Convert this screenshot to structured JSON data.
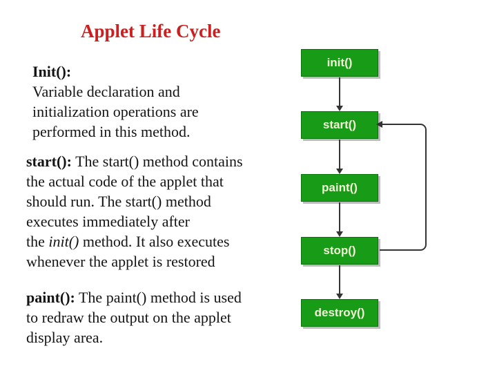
{
  "title": {
    "text": "Applet Life Cycle",
    "color": "#cc1f1f"
  },
  "paragraphs": [
    {
      "name": "init-paragraph",
      "lines": [
        [
          {
            "t": "Init():",
            "b": true
          }
        ],
        [
          {
            "t": "Variable declaration and"
          }
        ],
        [
          {
            "t": "initialization operations are"
          }
        ],
        [
          {
            "t": "performed in this method."
          }
        ]
      ]
    },
    {
      "name": "start-paragraph",
      "lines": [
        [
          {
            "t": "start():",
            "b": true
          },
          {
            "t": " The start() method contains"
          }
        ],
        [
          {
            "t": "the actual code of the applet that"
          }
        ],
        [
          {
            "t": "should run. The start() method"
          }
        ],
        [
          {
            "t": "executes immediately after"
          }
        ],
        [
          {
            "t": "the "
          },
          {
            "t": "init()",
            "i": true
          },
          {
            "t": " method. It also executes"
          }
        ],
        [
          {
            "t": "whenever the applet is restored"
          }
        ]
      ]
    },
    {
      "name": "paint-paragraph",
      "lines": [
        [
          {
            "t": "paint():",
            "b": true
          },
          {
            "t": " The paint() method is used"
          }
        ],
        [
          {
            "t": "to redraw the output on the applet"
          }
        ],
        [
          {
            "t": "display area."
          }
        ]
      ]
    }
  ],
  "diagram": {
    "box_fill": "#189c18",
    "box_text_color": "#f3f0d8",
    "arrow_color": "#333333",
    "shadow_color": "#bcbcbc",
    "boxes": [
      {
        "label": "init()"
      },
      {
        "label": "start()"
      },
      {
        "label": "paint()"
      },
      {
        "label": "stop()"
      },
      {
        "label": "destroy()"
      }
    ],
    "edges": [
      {
        "from": "init()",
        "to": "start()",
        "type": "down"
      },
      {
        "from": "start()",
        "to": "paint()",
        "type": "down"
      },
      {
        "from": "paint()",
        "to": "stop()",
        "type": "down"
      },
      {
        "from": "stop()",
        "to": "destroy()",
        "type": "down"
      },
      {
        "from": "stop()",
        "to": "start()",
        "type": "loop-right"
      }
    ]
  }
}
